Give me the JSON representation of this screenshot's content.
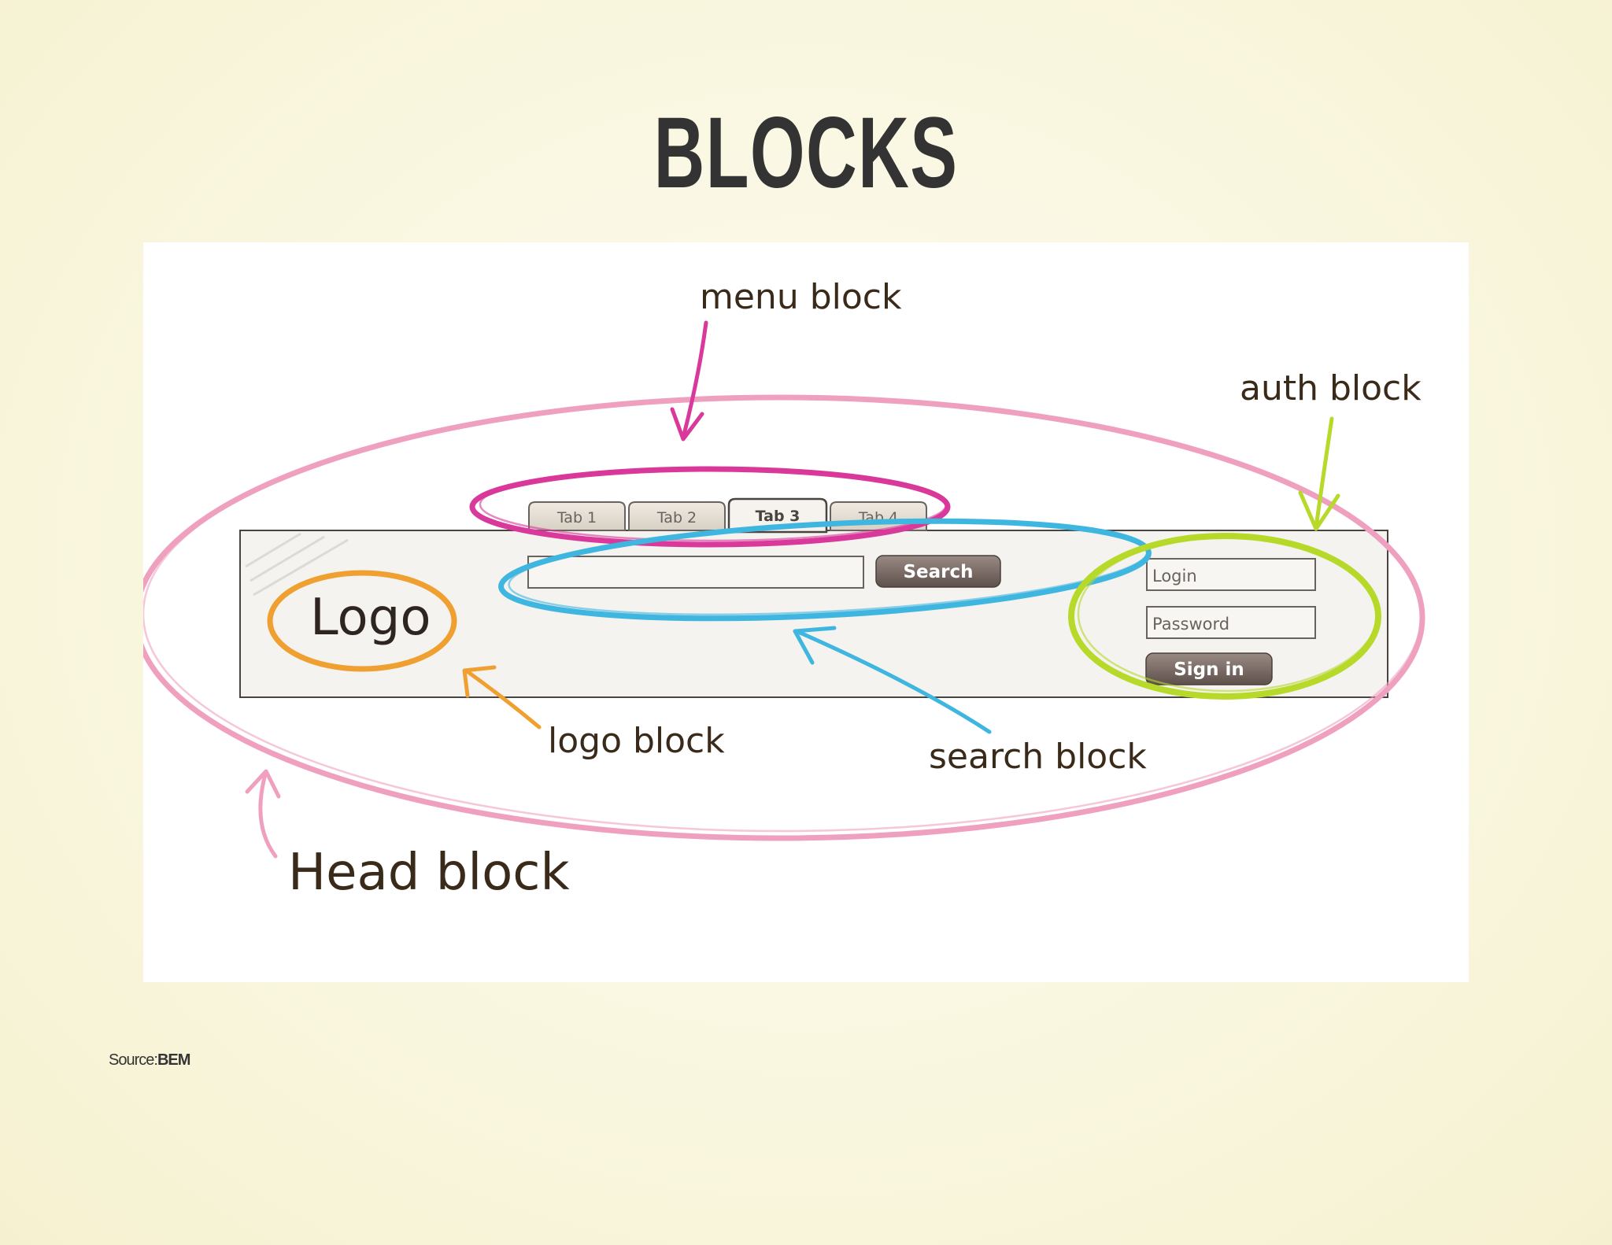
{
  "title": "BLOCKS",
  "colors": {
    "head": "#f0a0bf",
    "menu": "#d9399a",
    "search": "#3fb6e0",
    "logo": "#f0a030",
    "auth": "#b6d92a",
    "ink": "#3a2a1a",
    "button": "#7a6a64"
  },
  "mockup": {
    "tabs": [
      "Tab 1",
      "Tab 2",
      "Tab 3",
      "Tab 4"
    ],
    "active_tab": "Tab 3",
    "logo_text": "Logo",
    "search_button": "Search",
    "login_placeholder": "Login",
    "password_placeholder": "Password",
    "signin_button": "Sign in"
  },
  "labels": {
    "menu": "menu block",
    "auth": "auth block",
    "logo": "logo block",
    "search": "search block",
    "head": "Head block"
  },
  "source": {
    "prefix": "Source:",
    "name": "BEM"
  }
}
